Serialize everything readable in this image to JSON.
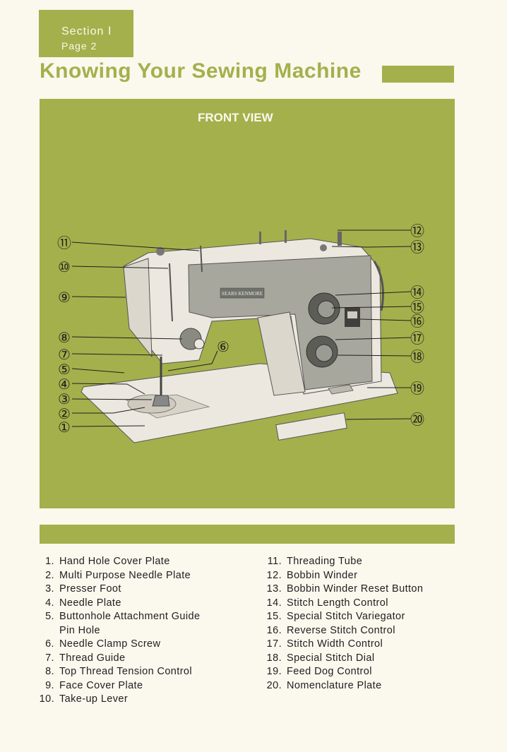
{
  "section_tab": {
    "section": "Section Ⅰ",
    "page": "Page 2"
  },
  "title": "Knowing Your Sewing Machine",
  "diagram": {
    "heading": "FRONT VIEW",
    "brand_badge": "SEARS KENMORE",
    "callouts": [
      "①",
      "②",
      "③",
      "④",
      "⑤",
      "⑥",
      "⑦",
      "⑧",
      "⑨",
      "⑩",
      "⑪",
      "⑫",
      "⑬",
      "⑭",
      "⑮",
      "⑯",
      "⑰",
      "⑱",
      "⑲",
      "⑳"
    ]
  },
  "parts_left": [
    {
      "num": "1.",
      "label": "Hand Hole Cover Plate"
    },
    {
      "num": "2.",
      "label": "Multi Purpose Needle Plate"
    },
    {
      "num": "3.",
      "label": "Presser Foot"
    },
    {
      "num": "4.",
      "label": "Needle Plate"
    },
    {
      "num": "5.",
      "label": "Buttonhole Attachment Guide",
      "label2": "Pin Hole"
    },
    {
      "num": "6.",
      "label": "Needle Clamp Screw"
    },
    {
      "num": "7.",
      "label": "Thread Guide"
    },
    {
      "num": "8.",
      "label": "Top Thread Tension Control"
    },
    {
      "num": "9.",
      "label": "Face Cover Plate"
    },
    {
      "num": "10.",
      "label": "Take-up Lever"
    }
  ],
  "parts_right": [
    {
      "num": "11.",
      "label": "Threading Tube"
    },
    {
      "num": "12.",
      "label": "Bobbin Winder"
    },
    {
      "num": "13.",
      "label": "Bobbin Winder Reset Button"
    },
    {
      "num": "14.",
      "label": "Stitch Length Control"
    },
    {
      "num": "15.",
      "label": "Special Stitch Variegator"
    },
    {
      "num": "16.",
      "label": "Reverse Stitch Control"
    },
    {
      "num": "17.",
      "label": "Stitch Width Control"
    },
    {
      "num": "18.",
      "label": "Special Stitch Dial"
    },
    {
      "num": "19.",
      "label": "Feed Dog Control"
    },
    {
      "num": "20.",
      "label": "Nomenclature Plate"
    }
  ],
  "colors": {
    "accent": "#a4b04b",
    "paper": "#fbf8ee",
    "ink": "#1f1f1f",
    "machine": "#ece8df"
  }
}
